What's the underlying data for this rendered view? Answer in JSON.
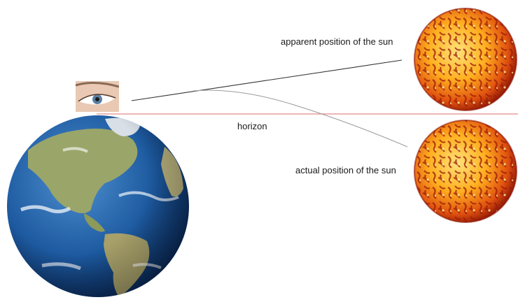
{
  "labels": {
    "apparent": "apparent position of the sun",
    "horizon": "horizon",
    "actual": "actual position of the sun"
  },
  "colors": {
    "horizon_line": "#e48a8a",
    "apparent_ray": "#333333",
    "refracted_ray": "#9a9a9a",
    "ocean": "#1d5aa0",
    "land": "#9aa56a",
    "sun_core": "#ffd34d",
    "sun_edge": "#b8210a"
  },
  "icons": {
    "earth": "earth-globe-icon",
    "eye": "eye-icon",
    "sun_apparent": "sun-icon",
    "sun_actual": "sun-icon"
  }
}
